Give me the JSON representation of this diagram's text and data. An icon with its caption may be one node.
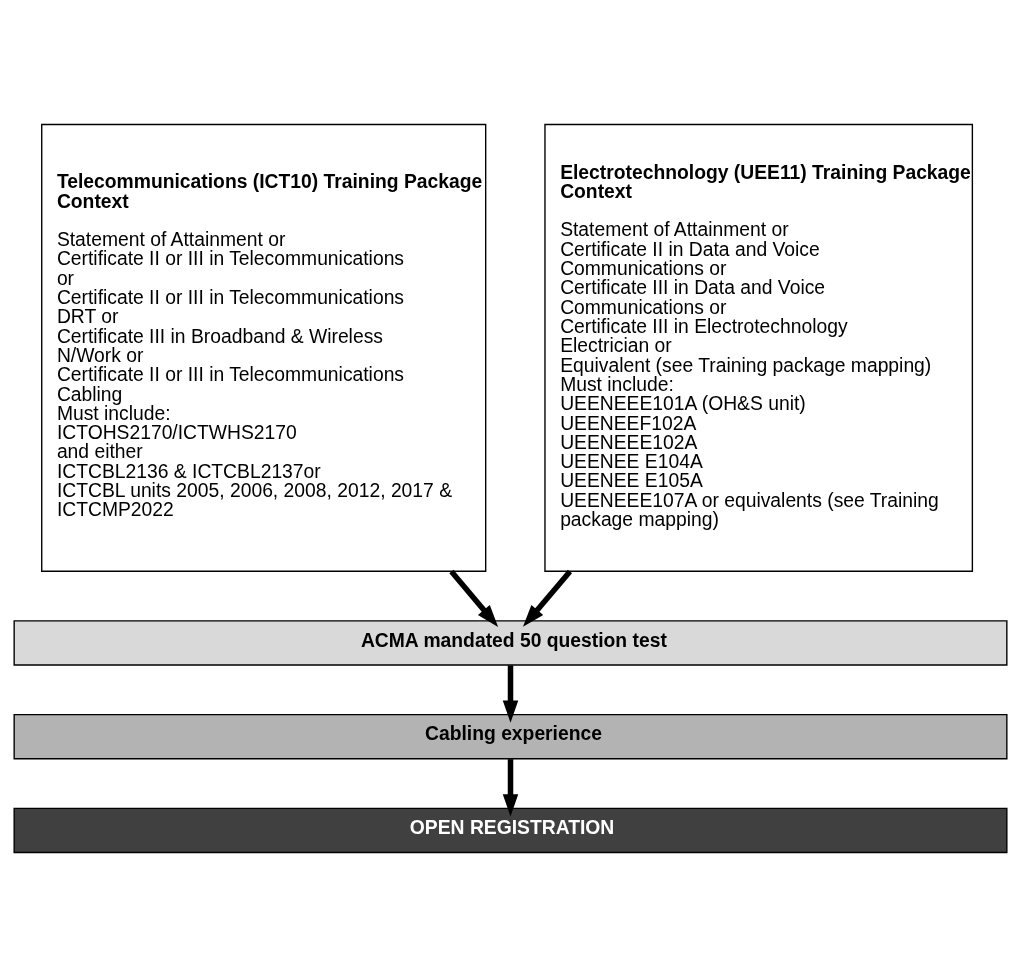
{
  "diagram": {
    "nodes": [
      {
        "text": [
          "Telecommunications (ICT10) Training Package Context",
          "Statement of Attainment or",
          "Certificate II or III in Telecommunications or",
          "Certificate II or III in Telecommunications DRT or",
          "Certificate III in Broadband & Wireless N/Work or",
          "Certificate II or III in Telecommunications Cabling",
          "Must include:",
          "ICTOHS2170/ICTWHS2170",
          "and either",
          "ICTCBL2136 & ICTCBL2137or",
          "ICTCBL units 2005, 2006, 2008, 2012, 2017 & ICTCMP2022"
        ]
      },
      {
        "text": [
          "Electrotechnology (UEE11) Training Package Context",
          "Statement of Attainment or",
          "Certificate II in Data and Voice Communications or",
          "Certificate III in Data and Voice Communications or",
          "Certificate III in Electrotechnology Electrician or",
          "Equivalent (see Training package mapping)",
          "Must include:",
          "UEENEEE101A (OH&S unit)",
          "UEENEEF102A",
          "UEENEEE102A",
          "UEENEE E104A",
          "UEENEE E105A",
          "UEENEEE107A or equivalents (see Training package mapping)"
        ]
      },
      {
        "text": [
          "ACMA mandated 50 question test"
        ]
      },
      {
        "text": [
          "Cabling experience"
        ]
      },
      {
        "text": [
          "OPEN REGISTRATION"
        ]
      }
    ],
    "edges": [
      {
        "from": 0,
        "to": 2,
        "arrow": "to"
      },
      {
        "from": 1,
        "to": 2,
        "arrow": "to"
      },
      {
        "from": 2,
        "to": 3,
        "arrow": "to"
      },
      {
        "from": 3,
        "to": 4,
        "arrow": "to"
      }
    ]
  }
}
